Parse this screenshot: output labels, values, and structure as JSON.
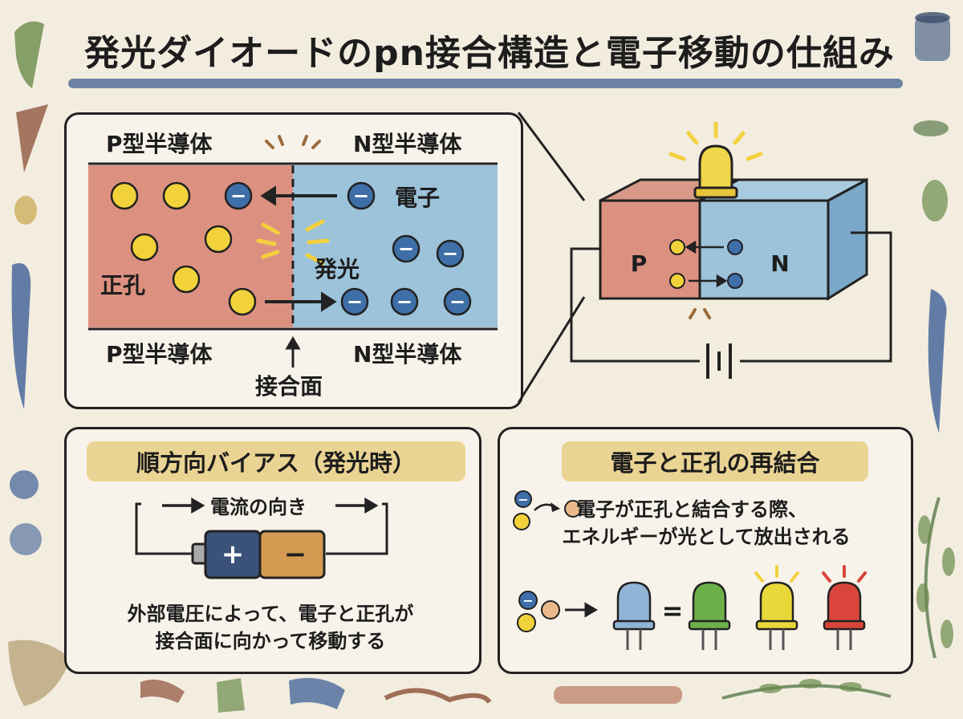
{
  "title": "発光ダイオードのpn接合構造と電子移動の仕組み",
  "diagram": {
    "p_type_label": "P型半導体",
    "n_type_label": "N型半導体",
    "electron_label": "電子",
    "hole_label": "正孔",
    "emission_label": "発光",
    "junction_label": "接合面",
    "electron_symbol": "−",
    "p_letter": "P",
    "n_letter": "N"
  },
  "forward_bias": {
    "title": "順方向バイアス（発光時）",
    "current_label": "電流の向き",
    "plus": "+",
    "minus": "−",
    "description_line1": "外部電圧によって、電子と正孔が",
    "description_line2": "接合面に向かって移動する"
  },
  "recombination": {
    "title": "電子と正孔の再結合",
    "description_line1": "電子が正孔と結合する際、",
    "description_line2": "エネルギーが光として放出される",
    "equals": "=",
    "led_colors": [
      "#8fb4d6",
      "#6cb04a",
      "#e9d73a",
      "#d9453a"
    ]
  },
  "colors": {
    "p_region": "#dc9180",
    "n_region": "#9cc3da",
    "hole": "#f2d23a",
    "electron": "#3f6fa8",
    "title_underline": "#3f5f8f",
    "section_highlight": "#ead493"
  }
}
